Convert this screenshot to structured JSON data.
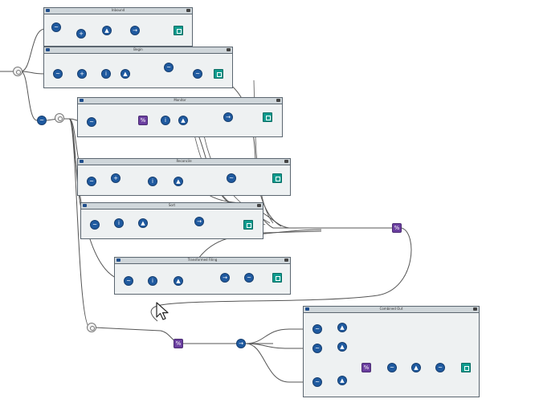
{
  "canvas": {
    "background": "#ffffff",
    "containers": [
      {
        "id": "c1",
        "title": "Inbound"
      },
      {
        "id": "c2",
        "title": "Begin"
      },
      {
        "id": "c3",
        "title": "Monitor"
      },
      {
        "id": "c4",
        "title": "Reconcile"
      },
      {
        "id": "c5",
        "title": "Sort"
      },
      {
        "id": "c6",
        "title": "Transformed Filing"
      },
      {
        "id": "c7",
        "title": "Combined Out"
      }
    ],
    "colors": {
      "tool_blue": "#1f5aa0",
      "tool_purple": "#6b3fa0",
      "tool_green": "#0f9b8e",
      "container_bg": "#eef1f2",
      "wire": "#555555"
    },
    "cursor_icon": "arrow-cursor-icon"
  }
}
